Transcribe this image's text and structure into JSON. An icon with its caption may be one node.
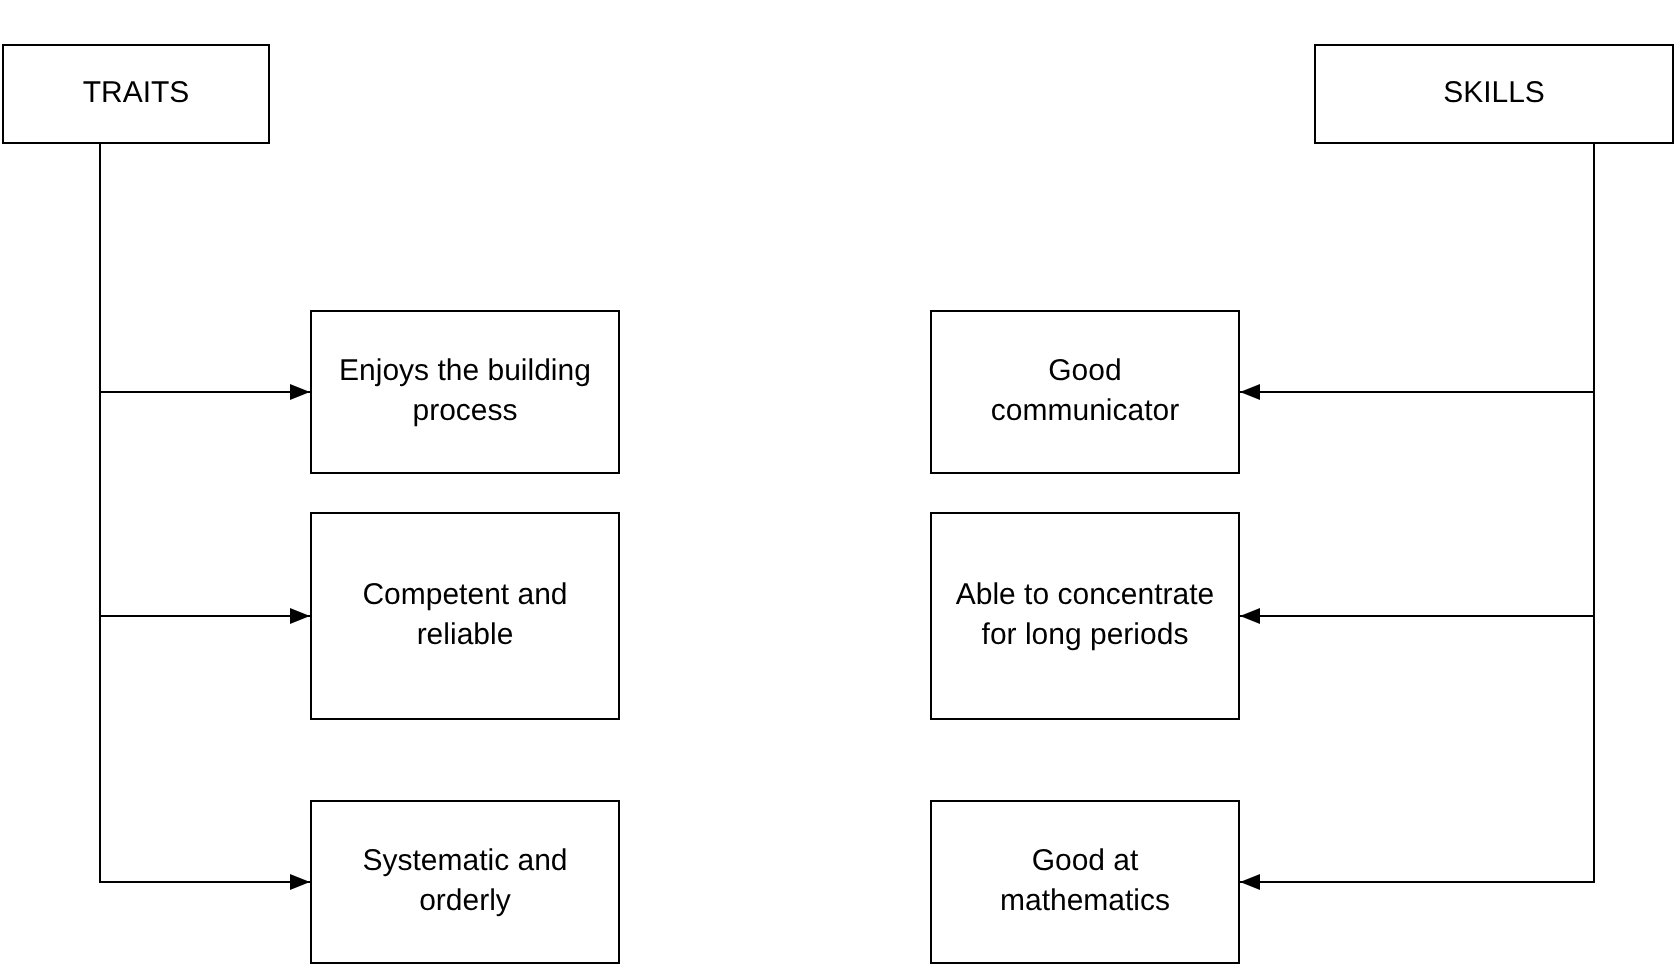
{
  "diagram": {
    "nodes": [
      {
        "text": [
          "TRAITS"
        ]
      },
      {
        "text": [
          "SKILLS"
        ]
      },
      {
        "text": [
          "Enjoys the building process"
        ]
      },
      {
        "text": [
          "Good communicator"
        ]
      },
      {
        "text": [
          "Competent and reliable"
        ]
      },
      {
        "text": [
          "Able to concentrate for long periods"
        ]
      },
      {
        "text": [
          "Systematic and orderly"
        ]
      },
      {
        "text": [
          "Good at mathematics"
        ]
      }
    ],
    "edges": [
      {
        "from": 0,
        "to": 2,
        "arrow": "to"
      },
      {
        "from": 0,
        "to": 4,
        "arrow": "to"
      },
      {
        "from": 0,
        "to": 6,
        "arrow": "to"
      },
      {
        "from": 1,
        "to": 3,
        "arrow": "to"
      },
      {
        "from": 1,
        "to": 5,
        "arrow": "to"
      },
      {
        "from": 1,
        "to": 7,
        "arrow": "to"
      }
    ]
  }
}
